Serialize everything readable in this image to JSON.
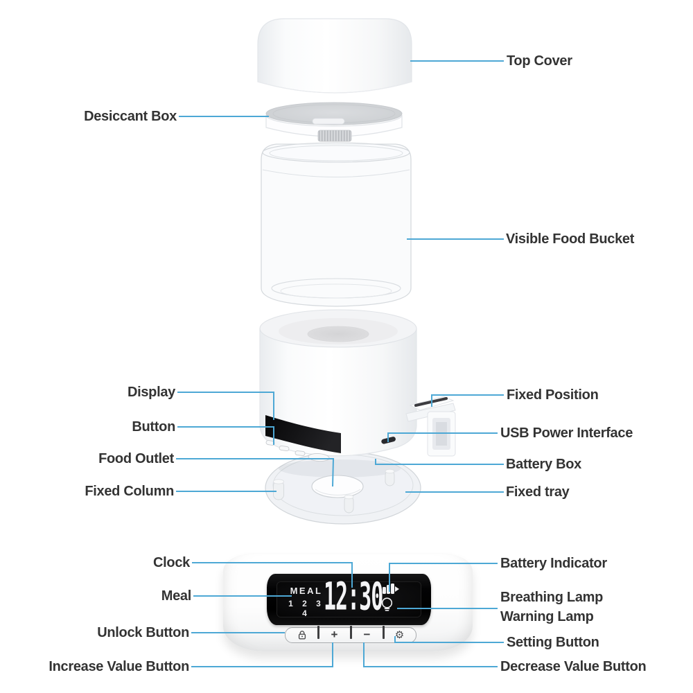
{
  "palette": {
    "callout_line": "#4da8d5",
    "label_text": "#333333",
    "display_bg": "#000000",
    "display_text": "#f4f4f6"
  },
  "labels": {
    "left": [
      {
        "id": "desiccant-box",
        "text": "Desiccant Box"
      },
      {
        "id": "display",
        "text": "Display"
      },
      {
        "id": "button",
        "text": "Button"
      },
      {
        "id": "food-outlet",
        "text": "Food Outlet"
      },
      {
        "id": "fixed-column",
        "text": "Fixed Column"
      },
      {
        "id": "clock",
        "text": "Clock"
      },
      {
        "id": "meal",
        "text": "Meal"
      },
      {
        "id": "unlock-button",
        "text": "Unlock Button"
      },
      {
        "id": "increase-value-button",
        "text": "Increase Value Button"
      }
    ],
    "right": [
      {
        "id": "top-cover",
        "text": "Top Cover"
      },
      {
        "id": "visible-food-bucket",
        "text": "Visible Food Bucket"
      },
      {
        "id": "fixed-position",
        "text": "Fixed Position"
      },
      {
        "id": "usb-power-interface",
        "text": "USB Power Interface"
      },
      {
        "id": "battery-box",
        "text": "Battery Box"
      },
      {
        "id": "fixed-tray",
        "text": "Fixed tray"
      },
      {
        "id": "battery-indicator",
        "text": "Battery Indicator"
      },
      {
        "id": "breathing-lamp",
        "text": "Breathing Lamp"
      },
      {
        "id": "warning-lamp",
        "text": "Warning Lamp"
      },
      {
        "id": "setting-button",
        "text": "Setting Button"
      },
      {
        "id": "decrease-value-button",
        "text": "Decrease Value Button"
      }
    ]
  },
  "control_panel": {
    "display": {
      "meal_label": "MEAL",
      "meal_numbers": "1 2 3 4",
      "time": "12:30",
      "battery_icon": "battery-indicator-icon",
      "lamp_icon": "bulb-icon"
    },
    "buttons": {
      "unlock_icon": "padlock-icon",
      "increase_label": "+",
      "decrease_label": "−",
      "setting_icon": "gear-icon",
      "setting_glyph": "⚙"
    }
  }
}
